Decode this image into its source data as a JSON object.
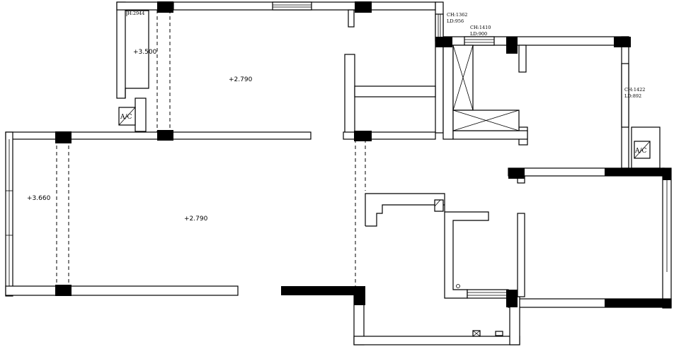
{
  "elevations": {
    "left_room": "+3.660",
    "main_hall": "+2.790",
    "upper_room": "+2.790",
    "balcony": "+3.500"
  },
  "heights": {
    "balcony_beam": "H:2944"
  },
  "windows": {
    "w1_ch": "CH:1362",
    "w1_ld": "LD:956",
    "w2_ch": "CH:1410",
    "w2_ld": "LD:900",
    "w3_ch": "CH:1422",
    "w3_ld": "LD:892"
  },
  "ac_units": {
    "ac1": "A/C",
    "ac2": "A/C"
  }
}
